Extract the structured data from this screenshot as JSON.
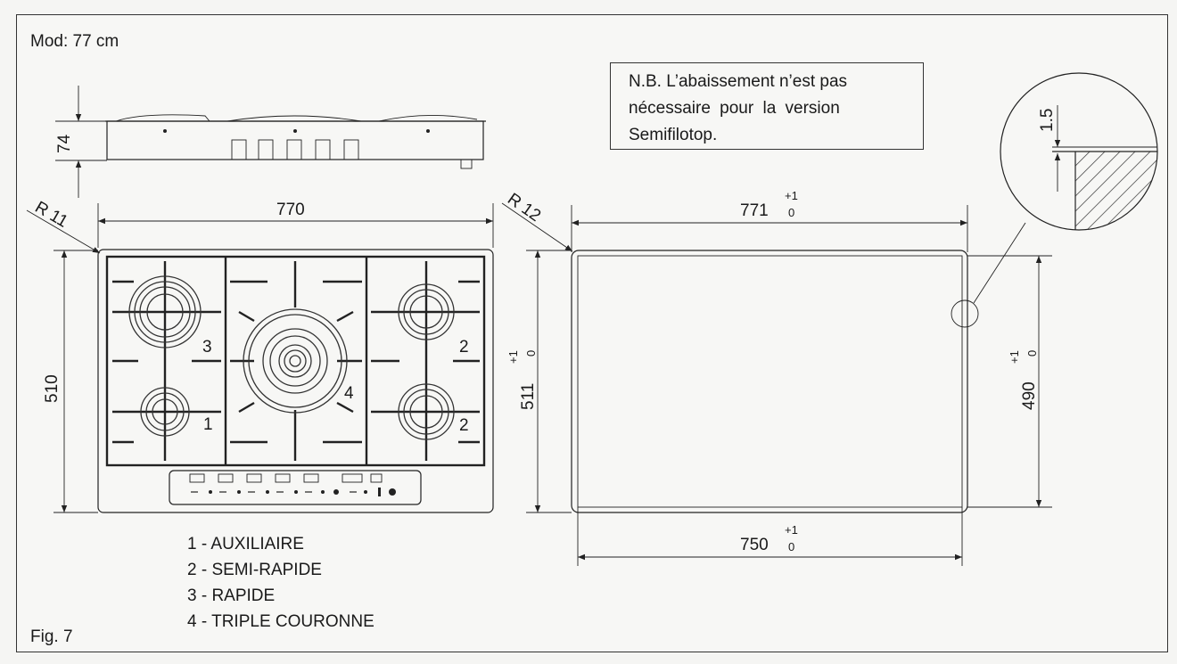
{
  "model_label": "Mod: 77 cm",
  "figure_label": "Fig. 7",
  "note": {
    "line1": "N.B. L’abaissement n’est pas",
    "line2": "nécessaire pour la version",
    "line3": "Semifilotop."
  },
  "hob_dims": {
    "height": "74",
    "width": "770",
    "depth": "510",
    "radius": "R 11"
  },
  "cutout_dims": {
    "radius": "R 12",
    "top_width": "771",
    "bottom_width": "750",
    "left_depth": "511",
    "right_depth": "490",
    "tol_plus": "+1",
    "tol_zero": "0",
    "detail_step": "1.5"
  },
  "burner_markers": {
    "left_top": "3",
    "left_bottom": "1",
    "center": "4",
    "right_top": "2",
    "right_bottom": "2"
  },
  "legend": [
    "1 - AUXILIAIRE",
    "2 - SEMI-RAPIDE",
    "3 - RAPIDE",
    "4 - TRIPLE COURONNE"
  ]
}
